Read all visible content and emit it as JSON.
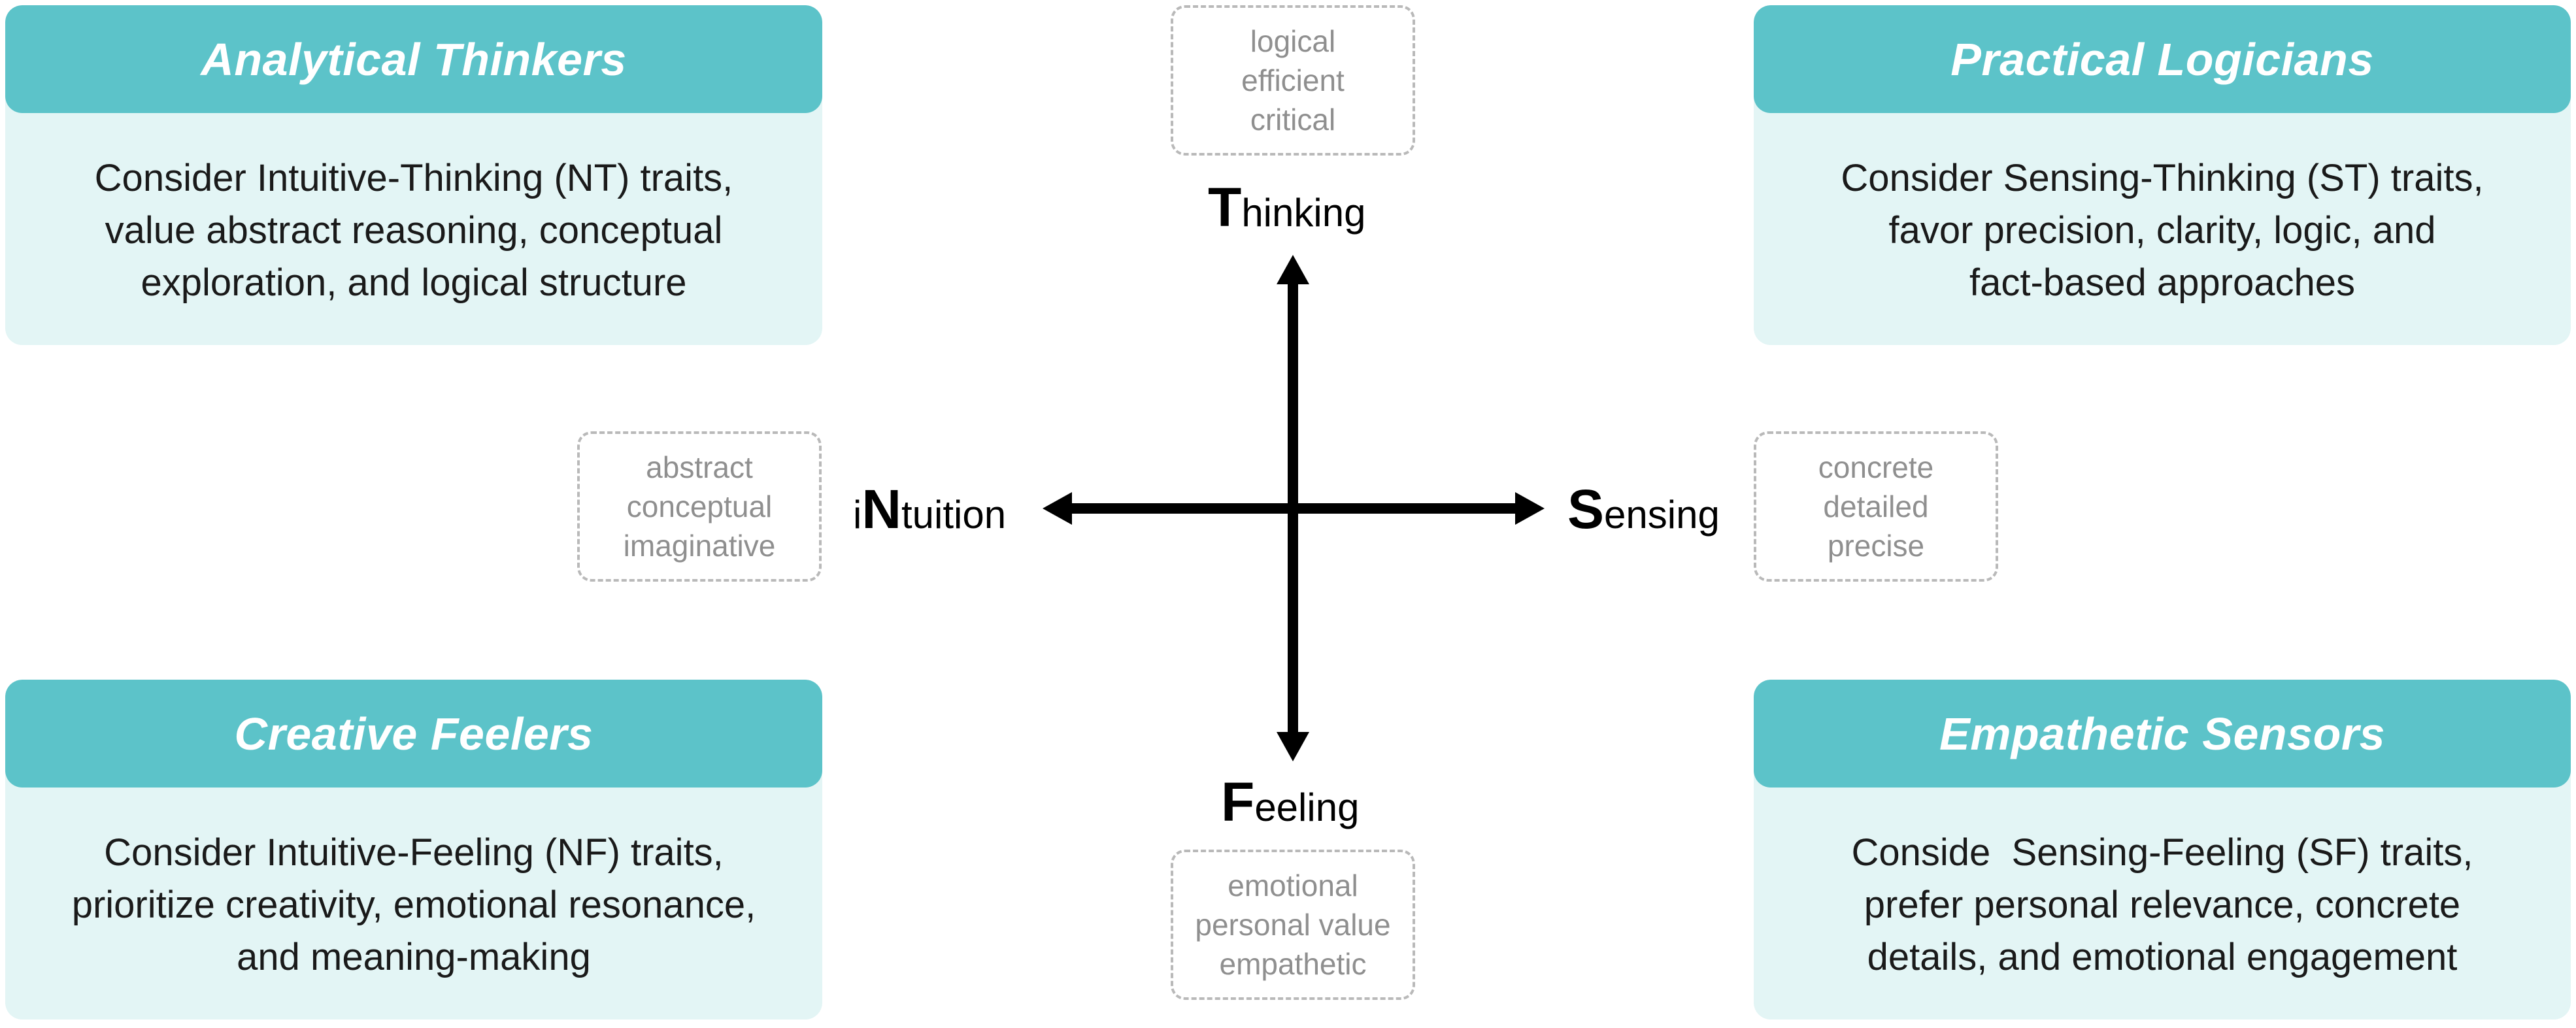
{
  "cards": {
    "nt": {
      "title": "Analytical Thinkers",
      "lines": [
        "Consider Intuitive-Thinking (NT) traits,",
        "value abstract reasoning, conceptual",
        "exploration, and logical structure"
      ]
    },
    "st": {
      "title": "Practical Logicians",
      "lines": [
        "Consider Sensing-Thinking (ST) traits,",
        "favor precision, clarity, logic, and",
        "fact-based approaches"
      ]
    },
    "nf": {
      "title": "Creative Feelers",
      "lines": [
        "Consider Intuitive-Feeling (NF) traits,",
        "prioritize creativity, emotional resonance,",
        "and meaning-making"
      ]
    },
    "sf": {
      "title": "Empathetic Sensors",
      "lines": [
        "Conside  Sensing-Feeling (SF) traits,",
        "prefer personal relevance, concrete",
        "details, and emotional engagement"
      ]
    }
  },
  "axes": {
    "thinking": {
      "initial": "T",
      "rest": "hinking",
      "hints": [
        "logical",
        "efficient",
        "critical"
      ]
    },
    "feeling": {
      "initial": "F",
      "rest": "eeling",
      "hints": [
        "emotional",
        "personal value",
        "empathetic"
      ]
    },
    "intuition": {
      "prefix": "i",
      "initial": "N",
      "rest": "tuition",
      "hints": [
        "abstract",
        "conceptual",
        "imaginative"
      ]
    },
    "sensing": {
      "initial": "S",
      "rest": "ensing",
      "hints": [
        "concrete",
        "detailed",
        "precise"
      ]
    }
  },
  "colors": {
    "header": "#5cc3c9",
    "card_body": "#e3f5f5",
    "hint_border": "#b9b9b9",
    "hint_text": "#8f8f8f",
    "axis": "#000000"
  }
}
